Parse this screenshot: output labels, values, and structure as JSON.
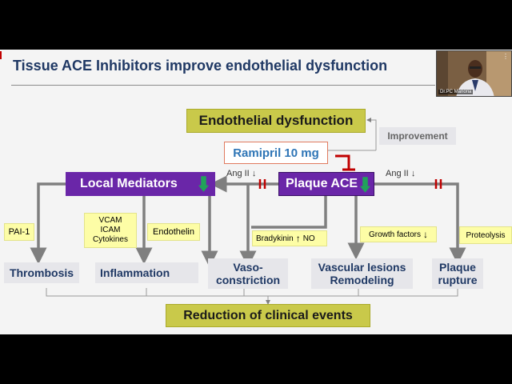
{
  "title": "Tissue ACE Inhibitors improve endothelial dysfunction",
  "nodes": {
    "endothelial_dysfunction": "Endothelial dysfunction",
    "improvement": "Improvement",
    "ramipril": "Ramipril 10 mg",
    "local_mediators": "Local Mediators",
    "plaque_ace": "Plaque ACE",
    "ang_ii_left": "Ang II",
    "ang_ii_right": "Ang II",
    "pai1": "PAI-1",
    "vcam": "VCAM",
    "icam": "ICAM",
    "cytokines": "Cytokines",
    "endothelin": "Endothelin",
    "bradykinin": "Bradykinin",
    "no": "NO",
    "growth_factors": "Growth factors",
    "proteolysis": "Proteolysis",
    "thrombosis": "Thrombosis",
    "inflammation": "Inflammation",
    "vaso_line1": "Vaso-",
    "vaso_line2": "constriction",
    "lesions_line1": "Vascular lesions",
    "lesions_line2": "Remodeling",
    "plaque_line1": "Plaque",
    "plaque_line2": "rupture",
    "reduction": "Reduction of clinical events"
  },
  "video": {
    "name": "Dr.PC Manoria"
  },
  "colors": {
    "title": "#1f3864",
    "purple": "#6a26a8",
    "olive": "#c9c94a",
    "yellow": "#fdfda6",
    "green": "#21a35a",
    "red": "#c00000",
    "blue": "#2e75b6",
    "arrow": "#7f7f7f"
  },
  "icons": [
    "down-arrow-icon",
    "up-arrow-icon",
    "inhibit-icon",
    "block-mark-icon",
    "menu-dots-icon"
  ]
}
